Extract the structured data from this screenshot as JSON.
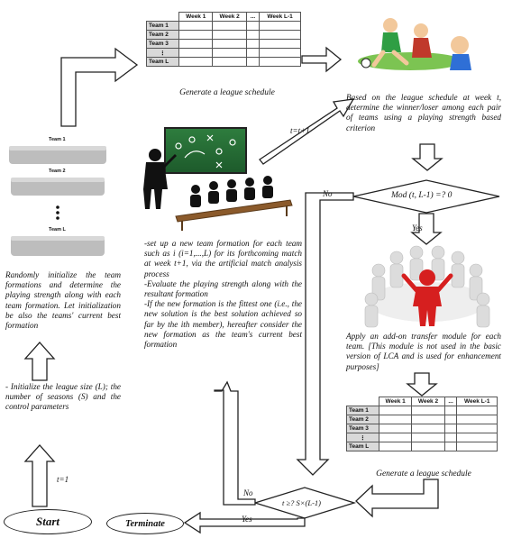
{
  "schedule_top": {
    "columns": [
      "Week 1",
      "Week 2",
      "...",
      "Week L-1"
    ],
    "rows": [
      "Team 1",
      "Team 2",
      "Team 3",
      "⋮",
      "Team L"
    ],
    "caption": "Generate a league schedule"
  },
  "schedule_bottom": {
    "columns": [
      "Week 1",
      "Week 2",
      "...",
      "Week L-1"
    ],
    "rows": [
      "Team 1",
      "Team 2",
      "Team 3",
      "⋮",
      "Team L"
    ],
    "caption": "Generate a league schedule"
  },
  "crowd_labels": [
    "Team 1",
    "Team 2",
    "Team L"
  ],
  "texts": {
    "winner_loser": "Based on the league schedule at week t, determine the winner/loser among each pair of teams using a playing strength based criterion",
    "t_update": "t=t+1",
    "decision_mod": "Mod (t, L-1) =? 0",
    "no_top": "No",
    "yes_mid": "Yes",
    "team_formation": "-set up a new team formation for each team such as i (i=1,...,L) for its forthcoming match at week t+1, via the artificial match analysis process\n-Evaluate the playing strength along with the resultant formation\n-If the new formation is the fittest one (i.e., the new solution is the best solution achieved so far by the ith member), hereafter consider the new formation as the team's current best formation",
    "random_init": "Randomly initialize the team formations and determine the playing strength along with each team formation. Let initialization be also the teams' current best formation",
    "league_init": "- Initialize the league size (L); the number of seasons (S) and the control parameters",
    "t_one": "t=1",
    "transfer": "Apply an add-on transfer module for each team. [This module is not used in the basic version of LCA and is used for enhancement purposes]",
    "decision_season": "t ≥? S×(L-1)",
    "no_bottom": "No",
    "yes_bottom": "Yes",
    "start": "Start",
    "terminate": "Terminate"
  }
}
